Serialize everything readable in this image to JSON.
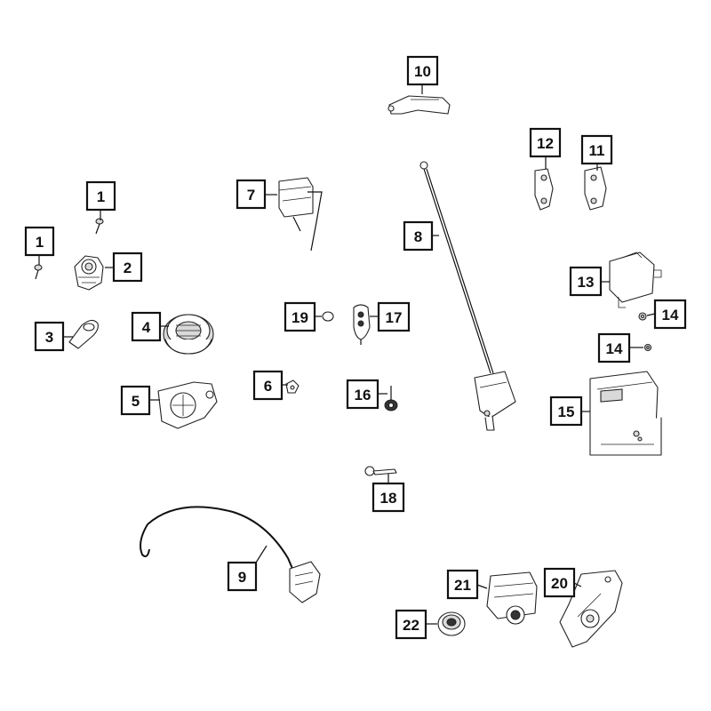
{
  "callouts": [
    {
      "id": "c1a",
      "label": "1"
    },
    {
      "id": "c1b",
      "label": "1"
    },
    {
      "id": "c2",
      "label": "2"
    },
    {
      "id": "c3",
      "label": "3"
    },
    {
      "id": "c4",
      "label": "4"
    },
    {
      "id": "c5",
      "label": "5"
    },
    {
      "id": "c6",
      "label": "6"
    },
    {
      "id": "c7",
      "label": "7"
    },
    {
      "id": "c8",
      "label": "8"
    },
    {
      "id": "c9",
      "label": "9"
    },
    {
      "id": "c10",
      "label": "10"
    },
    {
      "id": "c11",
      "label": "11"
    },
    {
      "id": "c12",
      "label": "12"
    },
    {
      "id": "c13",
      "label": "13"
    },
    {
      "id": "c14a",
      "label": "14"
    },
    {
      "id": "c14b",
      "label": "14"
    },
    {
      "id": "c15",
      "label": "15"
    },
    {
      "id": "c16",
      "label": "16"
    },
    {
      "id": "c17",
      "label": "17"
    },
    {
      "id": "c18",
      "label": "18"
    },
    {
      "id": "c19",
      "label": "19"
    },
    {
      "id": "c20",
      "label": "20"
    },
    {
      "id": "c21",
      "label": "21"
    },
    {
      "id": "c22",
      "label": "22"
    }
  ]
}
